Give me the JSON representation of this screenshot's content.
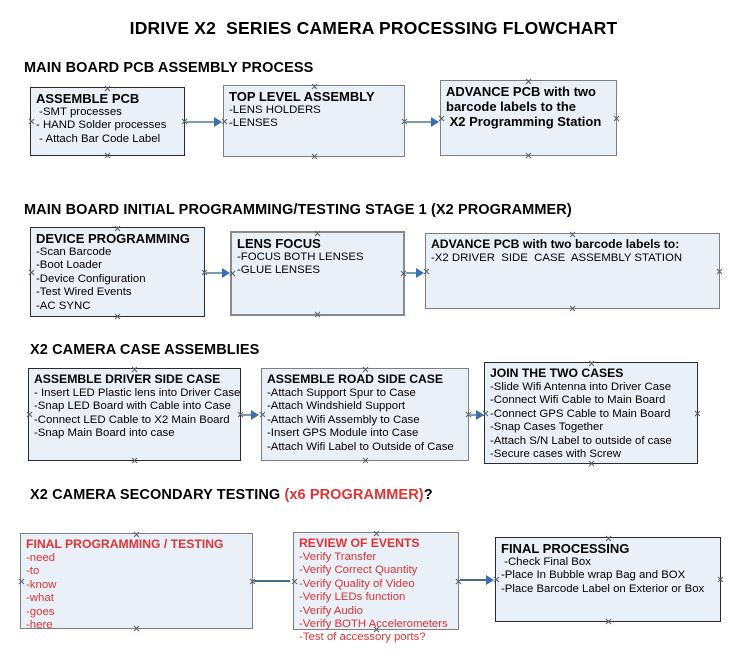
{
  "title": "IDRIVE X2  SERIES CAMERA PROCESSING FLOWCHART",
  "sections": [
    {
      "id": "main-board-pcb-assembly",
      "label": "MAIN BOARD PCB ASSEMBLY PROCESS"
    },
    {
      "id": "main-board-initial-programming",
      "label": "MAIN BOARD INITIAL PROGRAMMING/TESTING STAGE 1 (X2 PROGRAMMER)"
    },
    {
      "id": "x2-camera-case-assemblies",
      "label": "X2 CAMERA CASE ASSEMBLIES"
    },
    {
      "id": "x2-camera-secondary-testing",
      "label": "X2 CAMERA SECONDARY TESTING ",
      "accent": "(x6 PROGRAMMER)",
      "suffix": "?"
    }
  ],
  "boxes": {
    "assemble_pcb": {
      "title": "ASSEMBLE PCB",
      "lines": [
        " -SMT processes",
        "- HAND Solder processes",
        " - Attach Bar Code Label"
      ]
    },
    "top_level_assembly": {
      "title": "TOP LEVEL ASSEMBLY",
      "lines": [
        "-LENS HOLDERS",
        "-LENSES"
      ]
    },
    "advance_pcb_station": {
      "lines": [
        "ADVANCE PCB with two",
        "barcode labels to the",
        " X2 Programming Station"
      ]
    },
    "device_programming": {
      "title": "DEVICE PROGRAMMING",
      "lines": [
        "-Scan Barcode",
        "-Boot Loader",
        "-Device Configuration",
        "-Test Wired Events",
        "-AC SYNC"
      ]
    },
    "lens_focus": {
      "title": "LENS FOCUS",
      "lines": [
        "-FOCUS BOTH LENSES",
        "-GLUE LENSES"
      ]
    },
    "advance_pcb_driver_case": {
      "title": "ADVANCE PCB with two barcode labels to:",
      "lines": [
        "-X2 DRIVER  SIDE  CASE  ASSEMBLY STATION"
      ]
    },
    "assemble_driver_side_case": {
      "title": "ASSEMBLE DRIVER SIDE CASE",
      "lines": [
        "- Insert LED Plastic lens into Driver Case",
        "-Snap LED Board with Cable into Case",
        "-Connect LED Cable to X2 Main Board",
        "-Snap Main Board into case"
      ]
    },
    "assemble_road_side_case": {
      "title": "ASSEMBLE ROAD SIDE CASE",
      "lines": [
        "-Attach Support Spur to Case",
        "-Attach Windshield Support",
        "-Attach Wifi Assembly to Case",
        "-Insert GPS Module into Case",
        "-Attach Wifi Label to Outside of Case"
      ]
    },
    "join_the_two_cases": {
      "title": "JOIN THE TWO CASES",
      "lines": [
        "-Slide Wifi Antenna into Driver Case",
        "-Connect Wifi Cable to Main Board",
        "-Connect GPS Cable to Main Board",
        "-Snap Cases Together",
        "-Attach S/N Label to outside of case",
        "-Secure cases with Screw"
      ]
    },
    "final_programming_testing": {
      "title": "FINAL PROGRAMMING / TESTING",
      "lines": [
        "-need",
        "-to",
        "-know",
        "-what",
        "-goes",
        "-here"
      ]
    },
    "review_of_events": {
      "title": "REVIEW OF EVENTS",
      "lines": [
        "-Verify Transfer",
        "-Verify Correct Quantity",
        "-Verify Quality of Video",
        "-Verify LEDs function",
        "-Verify Audio",
        "-Verify BOTH Accelerometers",
        "-Test of accessory ports?"
      ]
    },
    "final_processing": {
      "title": "FINAL PROCESSING",
      "lines": [
        " -Check Final Box",
        "-Place In Bubble wrap Bag and BOX",
        "-Place Barcode Label on Exterior or Box"
      ]
    }
  },
  "colors": {
    "box_fill": "#eaf0f8",
    "box_border": "#2b2b2b",
    "box_border_gray": "#8a8a8a",
    "connector": "#7d9ab4",
    "arrowhead": "#3a6fb0",
    "accent_red": "#e03434",
    "text": "#000000"
  }
}
